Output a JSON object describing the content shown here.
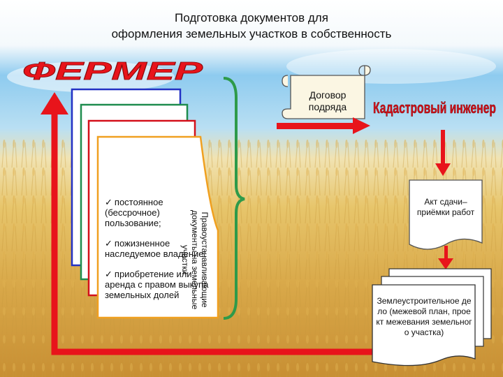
{
  "title": {
    "line1": "Подготовка документов для",
    "line2": "оформления земельных участков в собственность"
  },
  "farmer_label": "ФЕРМЕР",
  "contract_label": "Договор подряда",
  "engineer_label": "Кадастровый инженер",
  "rights_docs_label": "Правоустанавливающие документы на земельные участки",
  "rights_list": {
    "check_mark": "✓",
    "items": [
      "постоянное (бессрочное) пользование;",
      "пожизненное наследуемое владение;",
      "приобретение или аренда с правом выкупа земельных долей"
    ]
  },
  "acceptance_act_label": "Акт сдачи–приёмки работ",
  "land_file_label": "Землеустроительное дело (межевой план, проект межевания земельного участка)",
  "colors": {
    "arrow_red": "#e8141b",
    "farmer_red": "#e8141b",
    "engineer_red": "#d4101a",
    "bracket_green": "#2e9a4a",
    "frame_blue": "#2331c4",
    "frame_green": "#1e8c4e",
    "frame_red": "#d4101a",
    "frame_orange": "#f0a020",
    "sky_top": "#6fb9e6",
    "wheat": "#e7bf5c"
  }
}
